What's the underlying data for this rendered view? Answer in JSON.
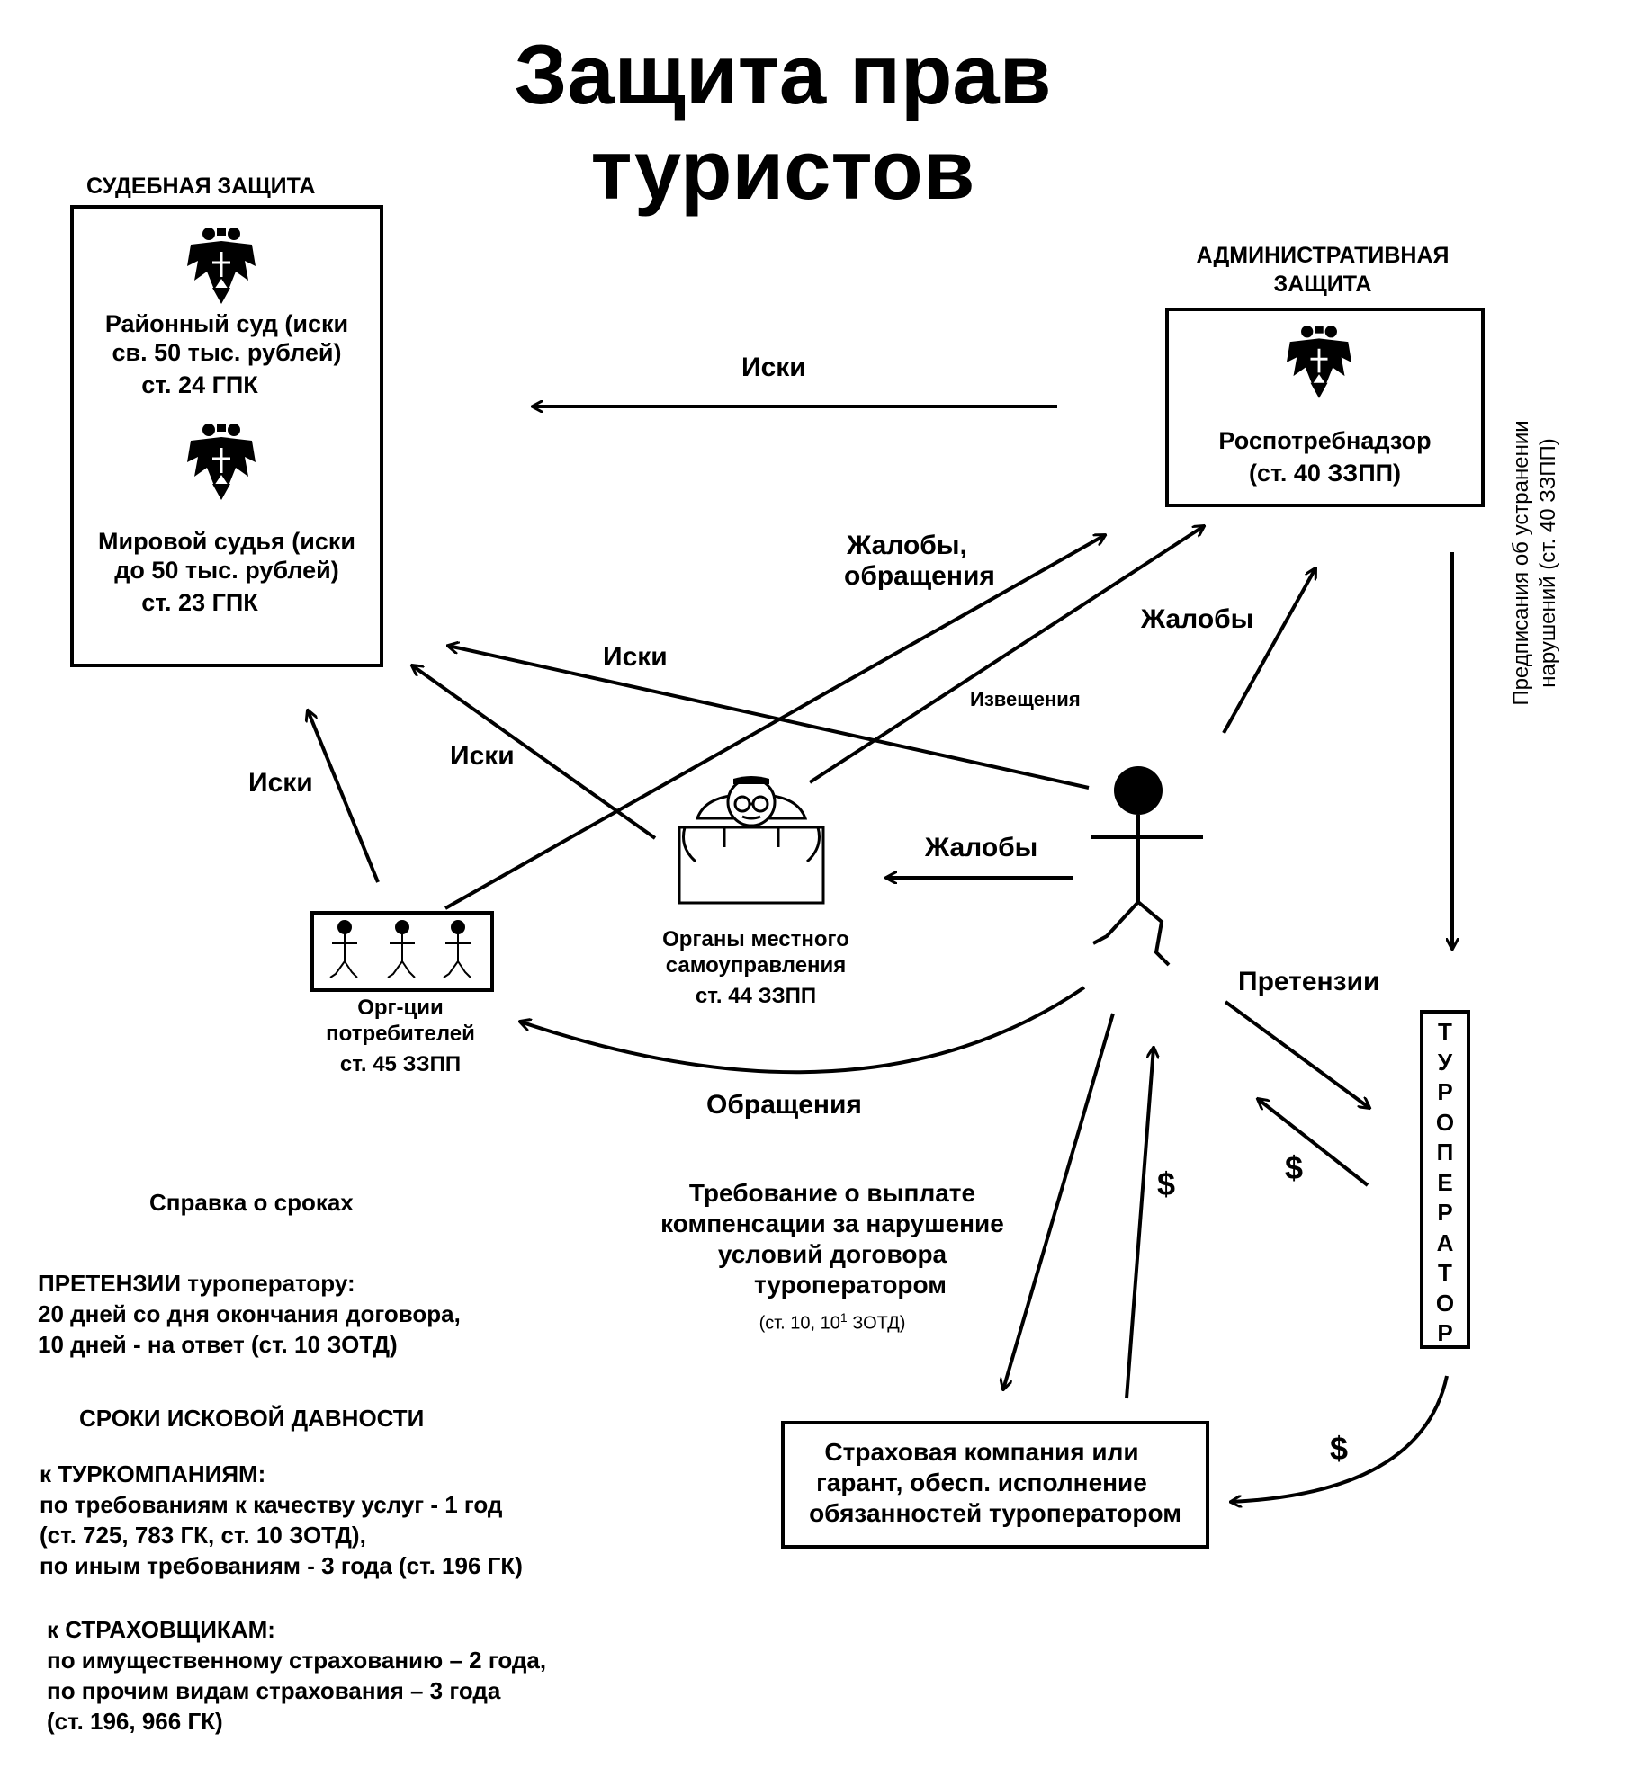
{
  "title": {
    "line1": "Защита прав",
    "line2": "туристов"
  },
  "judicial": {
    "heading": "СУДЕБНАЯ ЗАЩИТА",
    "district_court": {
      "line1": "Районный суд (иски",
      "line2": "св.  50 тыс. рублей)",
      "line3": "ст. 24 ГПК"
    },
    "magistrate": {
      "line1": "Мировой судья (иски",
      "line2": "до  50  тыс. рублей)",
      "line3": "ст. 23 ГПК"
    }
  },
  "administrative": {
    "heading_line1": "АДМИНИСТРАТИВНАЯ",
    "heading_line2": "ЗАЩИТА",
    "agency": "Роспотребнадзор",
    "article": "(ст. 40  ЗЗПП)"
  },
  "local_government": {
    "line1": "Органы местного",
    "line2": "самоуправления",
    "line3": "ст. 44  ЗЗПП"
  },
  "consumer_orgs": {
    "line1": "Орг-ции",
    "line2": "потребителей",
    "line3": "ст. 45  ЗЗПП"
  },
  "tour_operator": {
    "letters": [
      "Т",
      "У",
      "Р",
      "О",
      "П",
      "Е",
      "Р",
      "А",
      "Т",
      "О",
      "Р"
    ]
  },
  "insurer": {
    "line1": "Страховая компания или",
    "line2": "гарант, обесп. исполнение",
    "line3": "обязанностей туроператором"
  },
  "edges": {
    "lawsuits_admin_to_court": "Иски",
    "complaints_appeals": {
      "line1": "Жалобы,",
      "line2": "обращения"
    },
    "complaints_tourist_to_admin": "Жалобы",
    "notices": "Извещения",
    "lawsuits_tourist_to_court": "Иски",
    "lawsuits_local_to_court": "Иски",
    "lawsuits_orgs_to_court": "Иски",
    "complaints_tourist_to_local": "Жалобы",
    "claims": "Претензии",
    "appeals": "Обращения",
    "orders": {
      "line1": "Предписания об устранении",
      "line2": "нарушений (ст. 40 ЗЗПП)"
    },
    "dollar": "$"
  },
  "compensation": {
    "line1": "Требование о выплате",
    "line2": "компенсации за нарушение",
    "line3": "условий договора",
    "line4": "туроператором",
    "ref_main": "(ст. 10, 10",
    "ref_sup": "1",
    "ref_tail": " ЗОТД)"
  },
  "notes": {
    "heading": "Справка о сроках",
    "claims_bold": "ПРЕТЕНЗИИ",
    "claims_rest": " туроператору:",
    "claims_line2": "20 дней со дня окончания договора,",
    "claims_line3": "10 дней - на ответ (ст. 10  ЗОТД)",
    "limitation_heading": "СРОКИ ИСКОВОЙ ДАВНОСТИ",
    "tour_companies_heading": "к ТУРКОМПАНИЯМ:",
    "tc_line1": "по требованиям к качеству услуг - 1 год",
    "tc_line2": "(ст. 725, 783 ГК, ст. 10 ЗОТД),",
    "tc_line3": "по иным требованиям - 3 года (ст. 196 ГК)",
    "insurers_heading": "к СТРАХОВЩИКАМ:",
    "ins_line1": "по имущественному страхованию – 2 года,",
    "ins_line2": "по прочим видам страхования – 3 года",
    "ins_line3": "(ст. 196, 966 ГК)"
  }
}
